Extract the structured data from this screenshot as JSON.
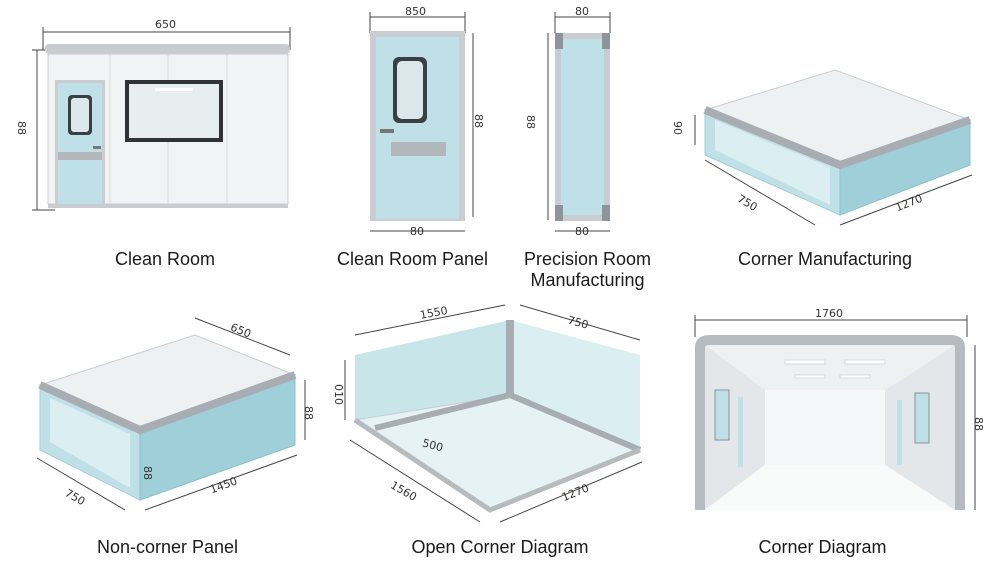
{
  "colors": {
    "frame": "#c9cdd1",
    "panel_white": "#f1f3f4",
    "panel_blue": "#bfe0e6",
    "panel_blue_dark": "#9fcfd8",
    "steel": "#a7adb2",
    "dim_line": "#444444"
  },
  "items": [
    {
      "caption": "Clean Room",
      "dims": [
        "650",
        "88"
      ]
    },
    {
      "caption": "Clean Room Panel",
      "dims": [
        "850",
        "88",
        "80"
      ]
    },
    {
      "caption_lines": [
        "Precision Room",
        "Manufacturing"
      ],
      "dims": [
        "80",
        "88",
        "80"
      ]
    },
    {
      "caption": "Corner Manufacturing",
      "dims": [
        "90",
        "750",
        "1270"
      ]
    },
    {
      "caption": "Non-corner Panel",
      "dims": [
        "650",
        "88",
        "88",
        "750",
        "1450"
      ]
    },
    {
      "caption": "Open Corner Diagram",
      "dims": [
        "1550",
        "750",
        "010",
        "500",
        "1560",
        "1270"
      ]
    },
    {
      "caption": "Corner Diagram",
      "dims": [
        "1760",
        "88"
      ]
    }
  ]
}
